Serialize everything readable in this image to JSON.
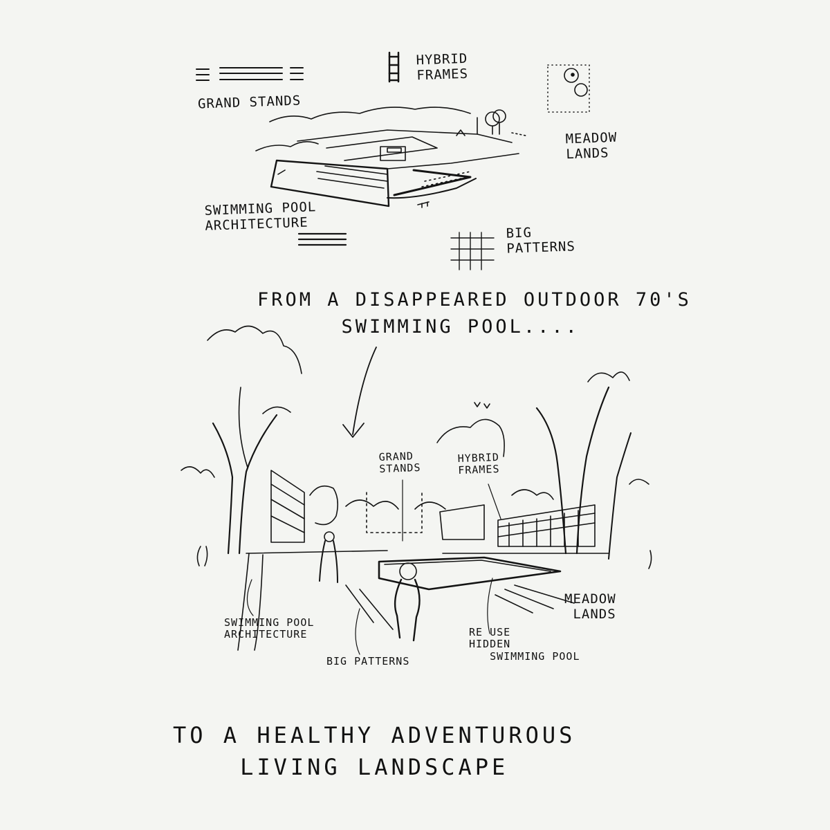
{
  "top_sketch": {
    "labels": {
      "grandstands": "GRAND STANDS",
      "hybrid_frames": "HYBRID\nFRAMES",
      "meadow_lands": "MEADOW\nLANDS",
      "pool_architecture": "SWIMMING POOL\nARCHITECTURE",
      "big_patterns": "BIG\nPATTERNS"
    }
  },
  "headline_from": "FROM A DISAPPEARED OUTDOOR 70's\n      SWIMMING POOL....",
  "perspective": {
    "labels": {
      "grandstands": "GRAND\nSTANDS",
      "hybrid_frames": "HYBRID\nFRAMES",
      "pool_architecture": "SWIMMING POOL\nARCHITECTURE",
      "big_patterns": "BIG PATTERNS",
      "reuse_pool": "RE USE\nHIDDEN\n   SWIMMING POOL",
      "meadow_lands": "MEADOW\n LANDS"
    }
  },
  "headline_to": "TO A HEALTHY ADVENTUROUS\n    LIVING LANDSCAPE",
  "colors": {
    "paper": "#f4f5f2",
    "ink": "#141414"
  }
}
